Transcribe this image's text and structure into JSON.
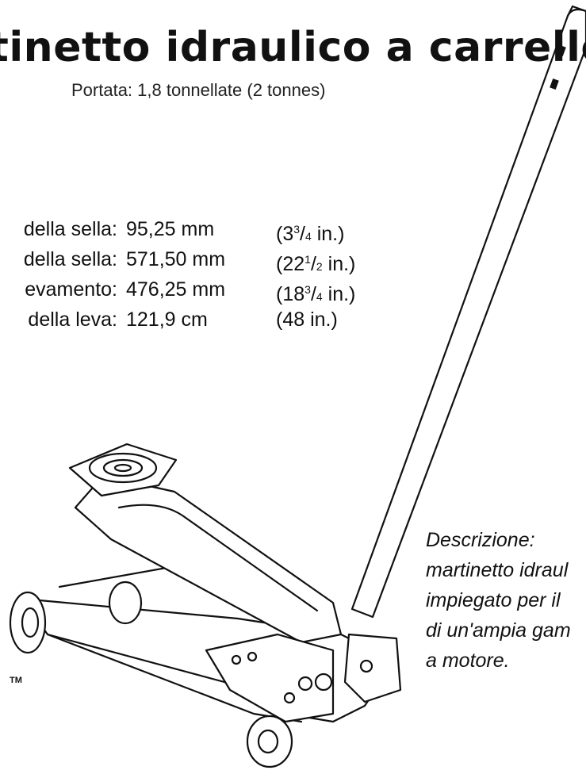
{
  "header": {
    "title": "tinetto idraulico a carrello",
    "subtitle": "Portata: 1,8 tonnellate (2 tonnes)"
  },
  "specs": [
    {
      "label": "della sella:",
      "metric": "95,25 mm",
      "whole": "3",
      "num": "3",
      "den": "4",
      "unit": " in.)"
    },
    {
      "label": "della sella:",
      "metric": "571,50 mm",
      "whole": "22",
      "num": "1",
      "den": "2",
      "unit": " in.)"
    },
    {
      "label": "evamento:",
      "metric": "476,25 mm",
      "whole": "18",
      "num": "3",
      "den": "4",
      "unit": " in.)"
    },
    {
      "label": "della leva:",
      "metric": "121,9 cm",
      "whole": "48 in.)",
      "num": "",
      "den": "",
      "unit": ""
    }
  ],
  "description": {
    "heading": "Descrizione:",
    "lines": [
      "martinetto idraul",
      "impiegato per il",
      "di un'ampia gam",
      "a motore."
    ]
  },
  "logo": {
    "tm": "TM"
  }
}
